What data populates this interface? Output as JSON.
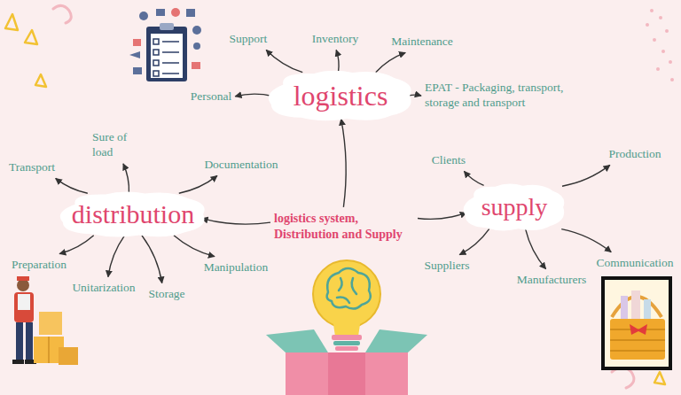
{
  "diagram": {
    "nodes": [
      {
        "text": [
          "logistics"
        ]
      },
      {
        "text": [
          "Support"
        ]
      },
      {
        "text": [
          "Inventory"
        ]
      },
      {
        "text": [
          "Maintenance"
        ]
      },
      {
        "text": [
          "Personal"
        ]
      },
      {
        "text": [
          "EPAT - Packaging, transport, storage and transport"
        ]
      },
      {
        "text": [
          "distribution"
        ]
      },
      {
        "text": [
          "Sure of load"
        ]
      },
      {
        "text": [
          "Transport"
        ]
      },
      {
        "text": [
          "Documentation"
        ]
      },
      {
        "text": [
          "Preparation"
        ]
      },
      {
        "text": [
          "Unitarization"
        ]
      },
      {
        "text": [
          "Storage"
        ]
      },
      {
        "text": [
          "Manipulation"
        ]
      },
      {
        "text": [
          "supply"
        ]
      },
      {
        "text": [
          "Clients"
        ]
      },
      {
        "text": [
          "Production"
        ]
      },
      {
        "text": [
          "Suppliers"
        ]
      },
      {
        "text": [
          "Manufacturers"
        ]
      },
      {
        "text": [
          "Communication"
        ]
      },
      {
        "text": [
          "logistics system, Distribution and Supply"
        ]
      }
    ],
    "edges": [
      {
        "from": 20,
        "to": 0,
        "arrow": "to"
      },
      {
        "from": 20,
        "to": 6,
        "arrow": "to"
      },
      {
        "from": 20,
        "to": 14,
        "arrow": "to"
      },
      {
        "from": 0,
        "to": 1,
        "arrow": "to"
      },
      {
        "from": 0,
        "to": 2,
        "arrow": "to"
      },
      {
        "from": 0,
        "to": 3,
        "arrow": "to"
      },
      {
        "from": 0,
        "to": 4,
        "arrow": "to"
      },
      {
        "from": 0,
        "to": 5,
        "arrow": "to"
      },
      {
        "from": 6,
        "to": 7,
        "arrow": "to"
      },
      {
        "from": 6,
        "to": 8,
        "arrow": "to"
      },
      {
        "from": 6,
        "to": 9,
        "arrow": "to"
      },
      {
        "from": 6,
        "to": 10,
        "arrow": "to"
      },
      {
        "from": 6,
        "to": 11,
        "arrow": "to"
      },
      {
        "from": 6,
        "to": 12,
        "arrow": "to"
      },
      {
        "from": 6,
        "to": 13,
        "arrow": "to"
      },
      {
        "from": 14,
        "to": 15,
        "arrow": "to"
      },
      {
        "from": 14,
        "to": 16,
        "arrow": "to"
      },
      {
        "from": 14,
        "to": 17,
        "arrow": "to"
      },
      {
        "from": 14,
        "to": 18,
        "arrow": "to"
      },
      {
        "from": 14,
        "to": 19,
        "arrow": "to"
      }
    ]
  }
}
